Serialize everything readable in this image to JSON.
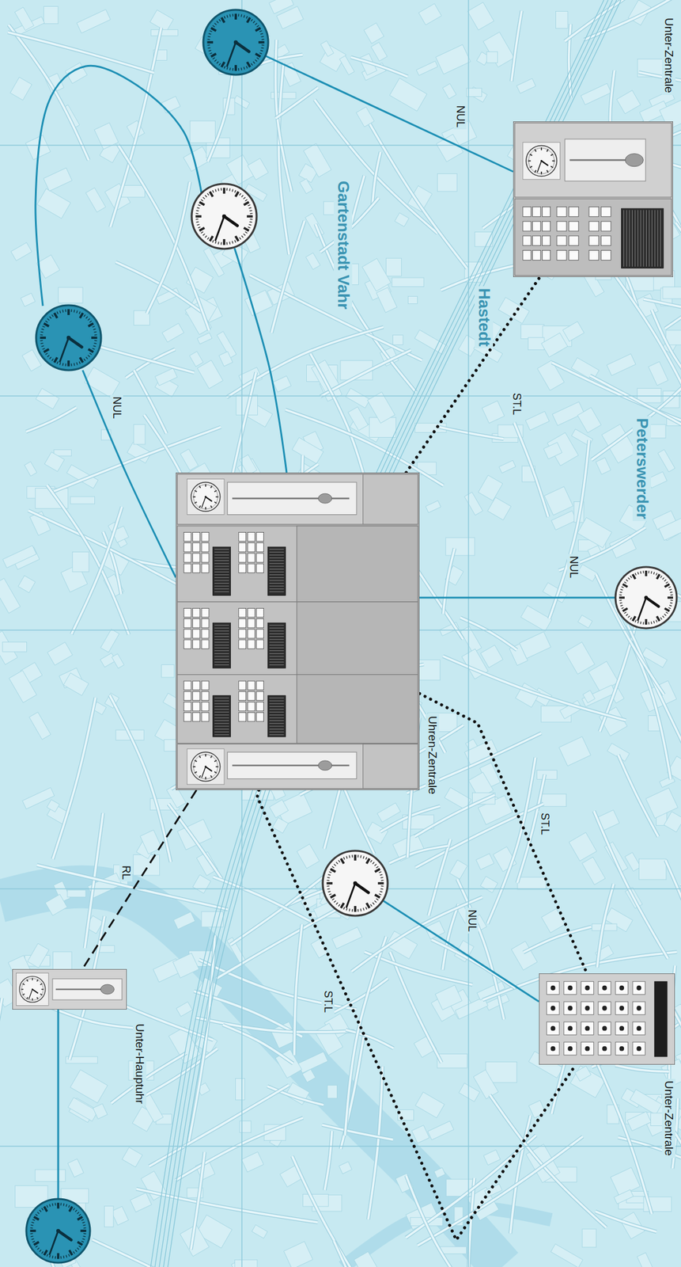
{
  "diagram": {
    "nodes": [
      {
        "text": [
          "Uhren-Zentrale"
        ]
      },
      {
        "text": [
          "Unter-Zentrale"
        ]
      },
      {
        "text": [
          "Unter-Zentrale"
        ]
      },
      {
        "text": [
          "Unter-Hauptuhr"
        ]
      }
    ],
    "edges": [
      {
        "from": 0,
        "to": 1,
        "arrow": "none",
        "label": "ST.L"
      },
      {
        "from": 0,
        "to": 2,
        "arrow": "none",
        "label": "ST.L"
      },
      {
        "from": 0,
        "to": 2,
        "arrow": "none",
        "label": "ST.L"
      },
      {
        "from": 0,
        "to": 3,
        "arrow": "none",
        "label": "RL"
      }
    ],
    "labels": [
      "NUL",
      "NUL",
      "NUL",
      "NUL",
      "Gartenstadt Vahr",
      "Hastedt",
      "Peterswerder"
    ]
  }
}
